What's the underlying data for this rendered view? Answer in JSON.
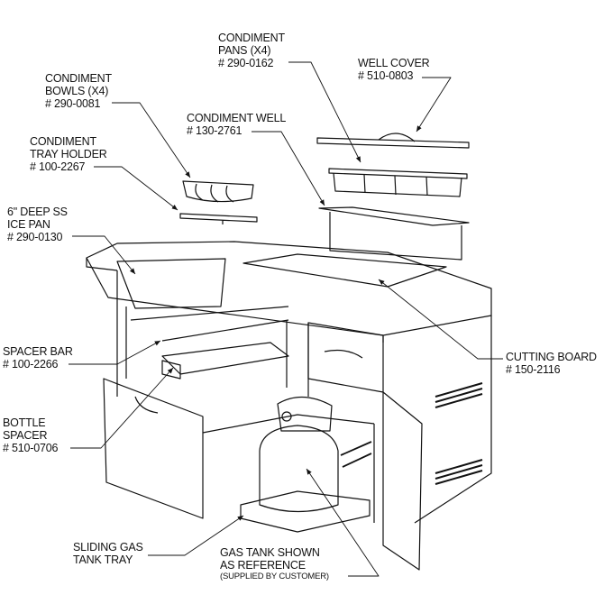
{
  "labels": {
    "condiment_pans": {
      "name_1": "CONDIMENT",
      "name_2": "PANS (X4)",
      "part": "# 290-0162"
    },
    "well_cover": {
      "name_1": "WELL COVER",
      "part": "# 510-0803"
    },
    "condiment_bowls": {
      "name_1": "CONDIMENT",
      "name_2": "BOWLS (X4)",
      "part": "# 290-0081"
    },
    "condiment_well": {
      "name_1": "CONDIMENT WELL",
      "part": "# 130-2761"
    },
    "condiment_tray_holder": {
      "name_1": "CONDIMENT",
      "name_2": "TRAY HOLDER",
      "part": "# 100-2267"
    },
    "ice_pan": {
      "name_1": "6\" DEEP SS",
      "name_2": "ICE PAN",
      "part": "# 290-0130"
    },
    "spacer_bar": {
      "name_1": "SPACER BAR",
      "part": "# 100-2266"
    },
    "bottle_spacer": {
      "name_1": "BOTTLE",
      "name_2": "SPACER",
      "part": "# 510-0706"
    },
    "cutting_board": {
      "name_1": "CUTTING BOARD",
      "part": "# 150-2116"
    },
    "sliding_tray": {
      "name_1": "SLIDING GAS",
      "name_2": "TANK TRAY"
    },
    "gas_tank": {
      "name_1": "GAS TANK SHOWN",
      "name_2": "AS REFERENCE",
      "note": "(SUPPLIED BY CUSTOMER)"
    }
  }
}
